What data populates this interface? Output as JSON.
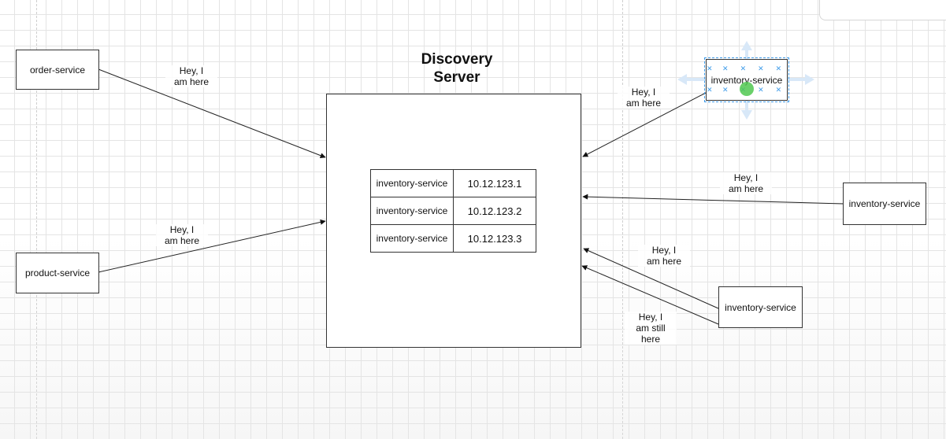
{
  "diagram": {
    "title_line1": "Discovery",
    "title_line2": "Server",
    "registry": [
      {
        "service": "inventory-service",
        "ip": "10.12.123.1"
      },
      {
        "service": "inventory-service",
        "ip": "10.12.123.2"
      },
      {
        "service": "inventory-service",
        "ip": "10.12.123.3"
      }
    ],
    "nodes": {
      "order": "order-service",
      "product": "product-service",
      "inventory_top": "inventory-service",
      "inventory_mid": "inventory-service",
      "inventory_bottom": "inventory-service"
    },
    "labels": {
      "order_line1": "Hey, I",
      "order_line2": "am here",
      "product_line1": "Hey, I",
      "product_line2": "am here",
      "inv_top_line1": "Hey, I",
      "inv_top_line2": "am here",
      "inv_mid_line1": "Hey, I",
      "inv_mid_line2": "am here",
      "inv_bottom_line1": "Hey, I",
      "inv_bottom_line2": "am here",
      "heartbeat_line1": "Hey, I",
      "heartbeat_line2": "am still",
      "heartbeat_line3": "here"
    },
    "colors": {
      "selection": "#3d9be9",
      "cursor": "#50c850",
      "grid": "#e4e4e4"
    }
  }
}
